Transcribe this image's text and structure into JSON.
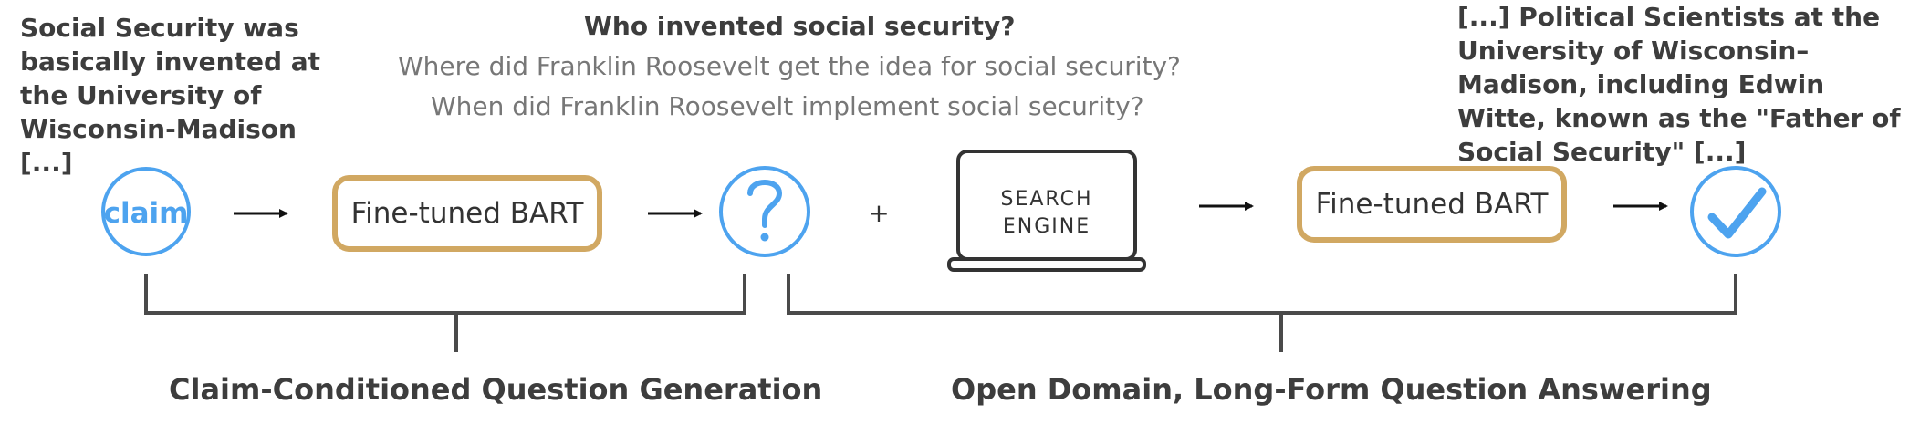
{
  "claim_text": "Social Security was basically invented at the University of Wisconsin-Madison [...]",
  "claim_icon_label": "claim",
  "questions": {
    "primary": "Who invented social security?",
    "alternatives": [
      "Where did Franklin Roosevelt get the idea for social security?",
      "When did Franklin Roosevelt implement social security?"
    ]
  },
  "model_box_1": "Fine-tuned BART",
  "model_box_2": "Fine-tuned BART",
  "plus_sign": "+",
  "search_engine": {
    "line1": "SEARCH",
    "line2": "ENGINE"
  },
  "answer_text": "[...] Political Scientists at the University of Wisconsin–Madison, including Edwin Witte, known as the \"Father of Social Security\" [...]",
  "sections": {
    "left": "Claim-Conditioned Question Generation",
    "right": "Open Domain, Long-Form Question Answering"
  },
  "colors": {
    "icon_blue": "#4da3ef",
    "box_gold": "#d1a862",
    "line_gray": "#4a4a4a"
  }
}
